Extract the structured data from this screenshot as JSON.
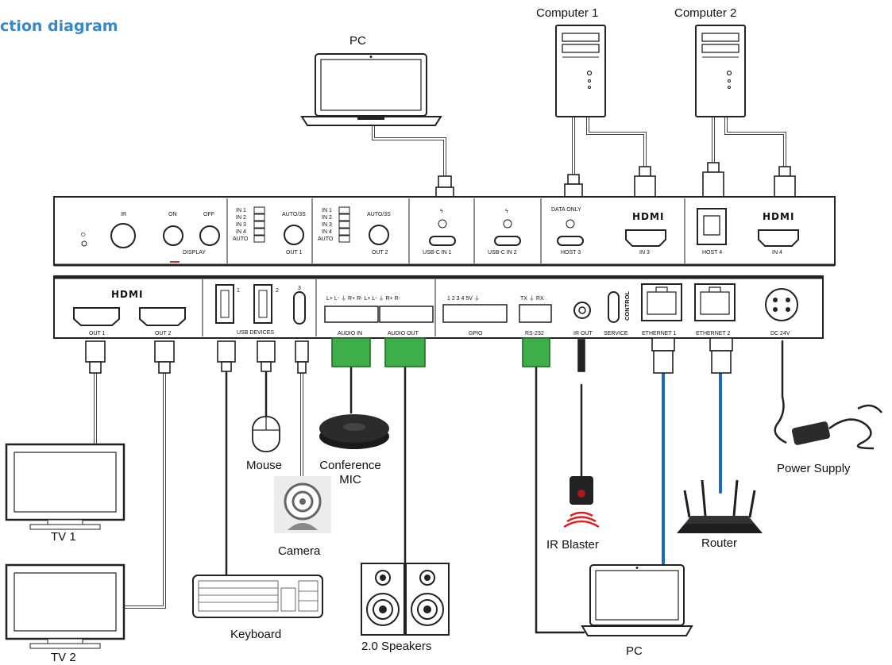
{
  "title": "ction diagram",
  "devices": {
    "pc_top": "PC",
    "computer1": "Computer 1",
    "computer2": "Computer 2",
    "tv1": "TV 1",
    "tv2": "TV 2",
    "mouse": "Mouse",
    "conference_mic_line1": "Conference",
    "conference_mic_line2": "MIC",
    "camera": "Camera",
    "keyboard": "Keyboard",
    "speakers": "2.0 Speakers",
    "ir_blaster": "IR Blaster",
    "pc_bottom": "PC",
    "router": "Router",
    "power_supply": "Power Supply"
  },
  "front_panel": {
    "ir": "IR",
    "on": "ON",
    "off": "OFF",
    "display": "DISPLAY",
    "in1": "IN 1",
    "in2": "IN 2",
    "in3": "IN 3",
    "in4": "IN 4",
    "auto": "AUTO",
    "auto3s": "AUTO/3S",
    "out1": "OUT 1",
    "out2": "OUT 2",
    "usbc_in1": "USB-C IN 1",
    "usbc_in2": "USB-C IN 2",
    "data_only": "DATA ONLY",
    "host3": "HOST 3",
    "hdmi_logo": "HDMI",
    "in3_port": "IN 3",
    "host4": "HOST 4",
    "in4_port": "IN 4"
  },
  "rear_panel": {
    "hdmi_logo": "HDMI",
    "out1": "OUT 1",
    "out2": "OUT 2",
    "usb1": "1",
    "usb2": "2",
    "usb3": "3",
    "usb_devices": "USB DEVICES",
    "audio_pins": "L+ L- ⏚ R+ R- L+ L- ⏚ R+ R-",
    "audio_in": "AUDIO IN",
    "audio_out": "AUDIO OUT",
    "gpio_pins": "1 2 3 4 5V ⏚",
    "gpio": "GPIO",
    "rs232_pins": "TX ⏚ RX",
    "rs232": "RS-232",
    "ir_out": "IR OUT",
    "control": "CONTROL",
    "service": "SERVICE",
    "ethernet1": "ETHERNET 1",
    "ethernet2": "ETHERNET 2",
    "dc24v": "DC 24V"
  }
}
